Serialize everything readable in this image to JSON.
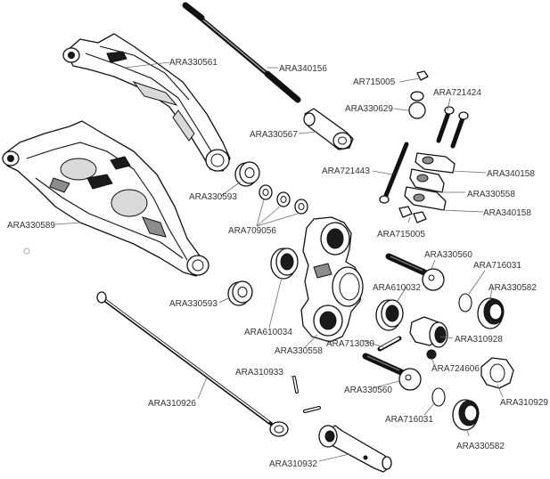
{
  "parts": {
    "ARA330561": "ARA330561",
    "ARA340156": "ARA340156",
    "AR715005": "AR715005",
    "ARA721424": "ARA721424",
    "ARA330629": "ARA330629",
    "ARA330567": "ARA330567",
    "ARA721443": "ARA721443",
    "ARA340158_top": "ARA340158",
    "ARA330558_right": "ARA330558",
    "ARA340158_bottom": "ARA340158",
    "ARA715005": "ARA715005",
    "ARA330593_top": "ARA330593",
    "ARA330589": "ARA330589",
    "ARA709056": "ARA709056",
    "ARA330560_top": "ARA330560",
    "ARA716031_top": "ARA716031",
    "ARA610032": "ARA610032",
    "ARA330582_top": "ARA330582",
    "ARA330593_bottom": "ARA330593",
    "ARA610034": "ARA610034",
    "ARA713030": "ARA713030",
    "ARA310928": "ARA310928",
    "ARA330558_bottom": "ARA330558",
    "ARA310933": "ARA310933",
    "ARA724606": "ARA724606",
    "ARA330560_bottom": "ARA330560",
    "ARA310929": "ARA310929",
    "ARA310926": "ARA310926",
    "ARA716031_bottom": "ARA716031",
    "ARA330582_bottom": "ARA330582",
    "ARA310932": "ARA310932"
  }
}
